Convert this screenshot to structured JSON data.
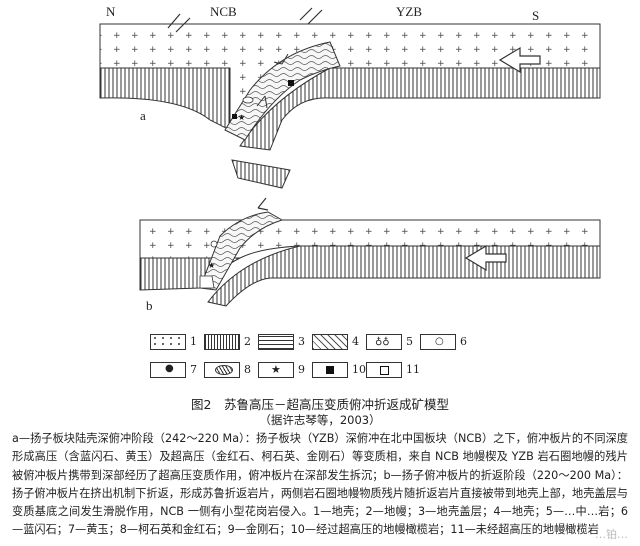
{
  "panel_a": {
    "label_n": "N",
    "label_ncb": "NCB",
    "label_yzb": "YZB",
    "label_s": "S",
    "label_a": "a"
  },
  "panel_b": {
    "label_b": "b"
  },
  "legend": [
    {
      "num": "1"
    },
    {
      "num": "2"
    },
    {
      "num": "3"
    },
    {
      "num": "4"
    },
    {
      "num": "5"
    },
    {
      "num": "6"
    },
    {
      "num": "7"
    },
    {
      "num": "8"
    },
    {
      "num": "9"
    },
    {
      "num": "10"
    },
    {
      "num": "11"
    }
  ],
  "figure": {
    "title": "图2　苏鲁高压－超高压变质俯冲折返成矿模型",
    "source": "（据许志琴等，2003）",
    "caption": "a—扬子板块陆壳深俯冲阶段（242～220 Ma）：扬子板块（YZB）深俯冲在北中国板块（NCB）之下，俯冲板片的不同深度形成高压（含蓝闪石、黄玉）及超高压（金红石、柯石英、金刚石）等变质相，来自 NCB 地幔楔及 YZB 岩石圈地幔的残片被俯冲板片携带到深部经历了超高压变质作用，俯冲板片在深部发生拆沉；b—扬子俯冲板片的折返阶段（220～200 Ma）：扬子俯冲板片在挤出机制下折返，形成苏鲁折返岩片，两侧岩石圈地幔物质残片随折返岩片直接被带到地壳上部，地壳盖层与变质基底之间发生滑脱作用，NCB 一侧有小型花岗岩侵入。1—地壳；2—地幔；3—地壳盖层；4—地壳；5—…中…岩；6—蓝闪石；7—黄玉；8—柯石英和金红石；9—金刚石；10—经过超高压的地幔橄榄岩；11—未经超高压的地幔橄榄岩"
  },
  "watermark": "…铂…"
}
